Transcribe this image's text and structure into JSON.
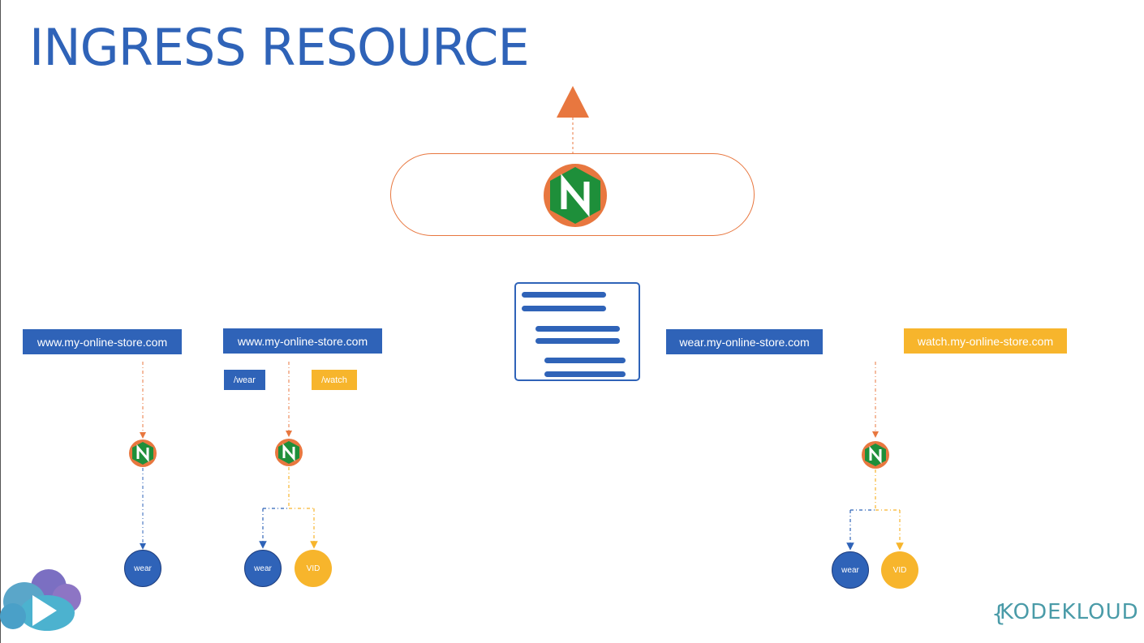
{
  "title": "INGRESS RESOURCE",
  "labels": {
    "host1": "www.my-online-store.com",
    "host2": "www.my-online-store.com",
    "path_wear": "/wear",
    "path_watch": "/watch",
    "host_wear": "wear.my-online-store.com",
    "host_watch": "watch.my-online-store.com"
  },
  "services": {
    "a_wear": "wear",
    "b_wear": "wear",
    "b_vid": "VID",
    "c_wear": "wear",
    "c_vid": "VID"
  },
  "nginx_letter": "N",
  "brand": "KODEKLOUD",
  "colors": {
    "blue": "#2f63b8",
    "yellow": "#f7b52c",
    "orange": "#e8773f",
    "green": "#1e8f3a"
  }
}
